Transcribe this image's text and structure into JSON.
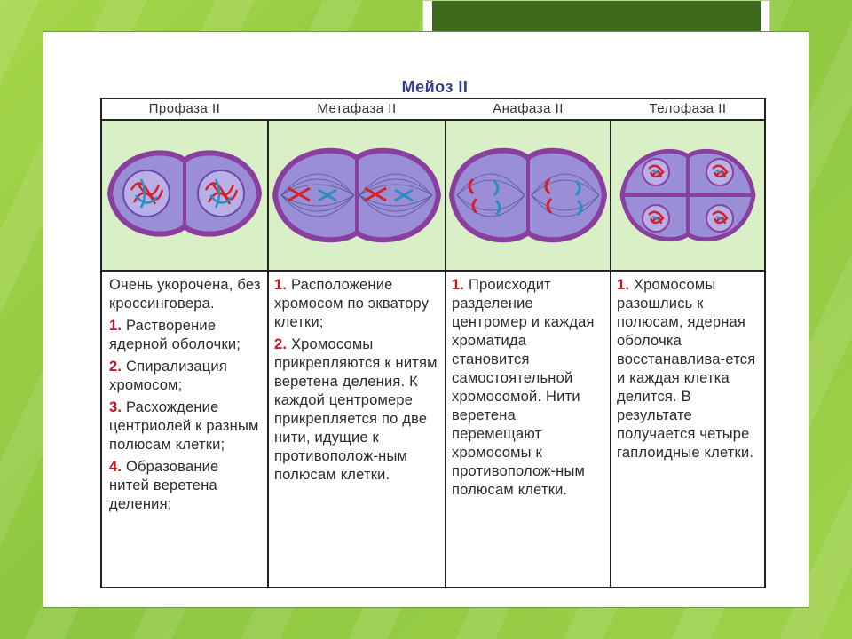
{
  "title": "Мейоз II",
  "headers": [
    "Профаза II",
    "Метафаза II",
    "Анафаза II",
    "Телофаза II"
  ],
  "columns": [
    {
      "paras": [
        {
          "num": "",
          "text": "Очень укорочена, без кроссинговера."
        },
        {
          "num": "1.",
          "text": " Растворение ядерной оболочки;"
        },
        {
          "num": "2.",
          "text": " Спирализация хромосом;"
        },
        {
          "num": "3.",
          "text": " Расхождение центриолей к разным полюсам клетки;"
        },
        {
          "num": "4.",
          "text": " Образование нитей веретена деления;"
        }
      ]
    },
    {
      "paras": [
        {
          "num": "1.",
          "text": " Расположение хромосом по экватору клетки;"
        },
        {
          "num": "2.",
          "text": " Хромосомы прикрепляются к нитям веретена деления. К каждой центромере прикрепляется по две нити, идущие к противополож-ным полюсам клетки."
        }
      ]
    },
    {
      "paras": [
        {
          "num": "1.",
          "text": " Происходит разделение центромер и каждая хроматида становится самостоятельной хромосомой. Нити веретена перемещают хромосомы к противополож-ным полюсам клетки."
        }
      ]
    },
    {
      "paras": [
        {
          "num": "1.",
          "text": " Хромосомы разошлись к полюсам, ядерная оболочка восстанавлива-ется и каждая клетка делится. В результате получается четыре гаплоидные клетки."
        }
      ]
    }
  ],
  "colors": {
    "background": "#8cc63f",
    "title": "#2f3b8f",
    "number": "#c8141e",
    "cell_membrane": "#8a3fa0",
    "cytoplasm": "#9a8fd6",
    "image_bg": "#d9efc5",
    "chromosome_red": "#d3202a",
    "chromosome_blue": "#2a8fc0"
  }
}
